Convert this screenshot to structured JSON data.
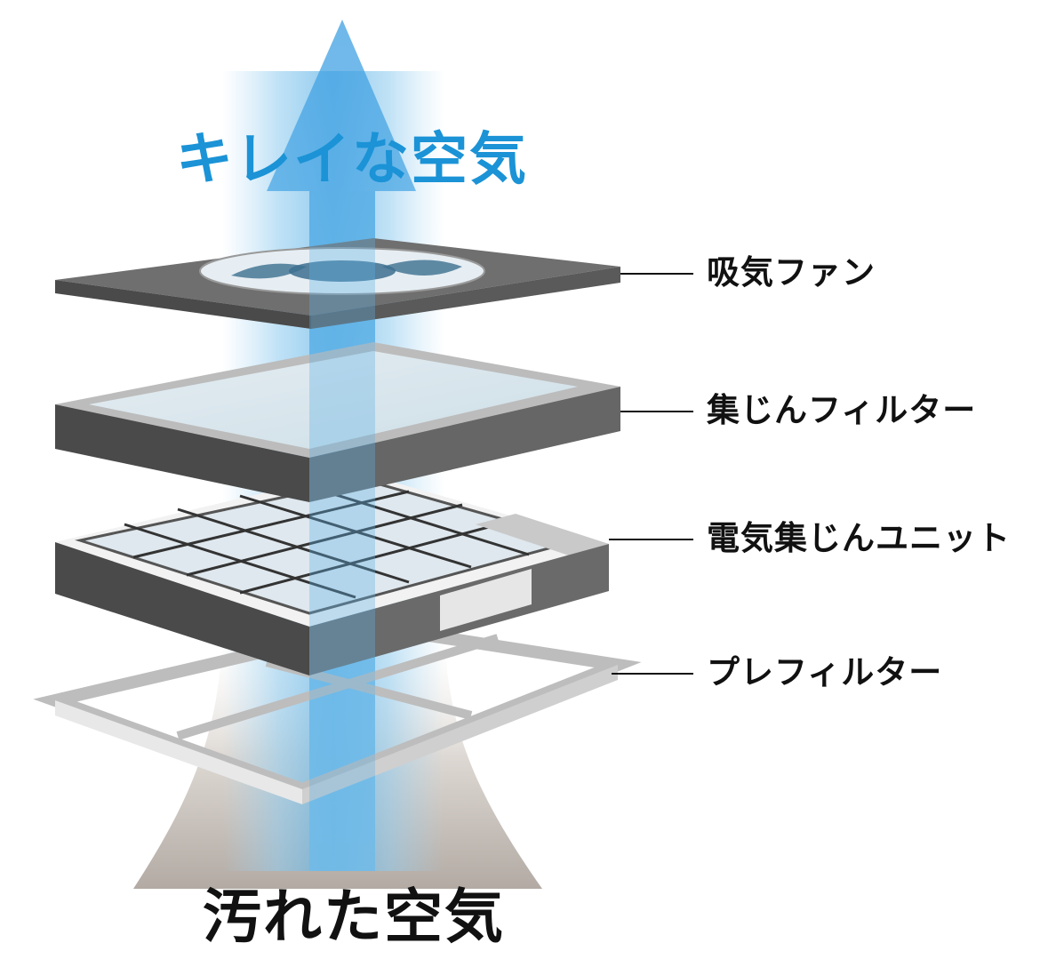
{
  "diagram": {
    "clean_air_label": "キレイな空気",
    "dirty_air_label": "汚れた空気",
    "layers": [
      {
        "id": "intake-fan",
        "label": "吸気ファン"
      },
      {
        "id": "dust-filter",
        "label": "集じんフィルター"
      },
      {
        "id": "electrostatic-unit",
        "label": "電気集じんユニット"
      },
      {
        "id": "pre-filter",
        "label": "プレフィルター"
      }
    ]
  },
  "colors": {
    "clean_air_text": "#1b93d6",
    "arrow_blue": "#4aa7e0",
    "panel_top": "#6a6a6a",
    "panel_side": "#4a4a4a",
    "panel_dark": "#3a3a3a",
    "frame_grey": "#bdbdbd",
    "dirty_air": "#b9b2ac"
  }
}
